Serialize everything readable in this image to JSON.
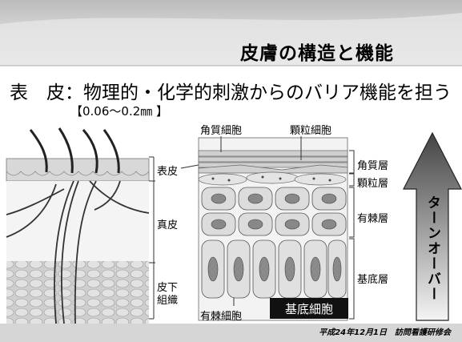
{
  "title": "皮膚の構造と機能",
  "headline": "表　皮：物理的・化学的刺激からのバリア機能を担う",
  "thickness": "【0.06～0.2㎜ 】",
  "left_labels": {
    "epidermis": "表皮",
    "dermis": "真皮",
    "subcutis_line1": "皮下",
    "subcutis_line2": "組織"
  },
  "top_labels": {
    "corneocyte": "角質細胞",
    "granular_cell": "顆粒細胞"
  },
  "right_labels": {
    "stratum_corneum": "角質層",
    "stratum_granulosum": "顆粒層",
    "stratum_spinosum": "有棘層",
    "stratum_basale": "基底層"
  },
  "bottom_labels": {
    "spinous_cell": "有棘細胞",
    "basal_cell": "基底細胞"
  },
  "turnover": "ターンオーバー",
  "footer": "平成24年12月1日　訪問看護研修会"
}
